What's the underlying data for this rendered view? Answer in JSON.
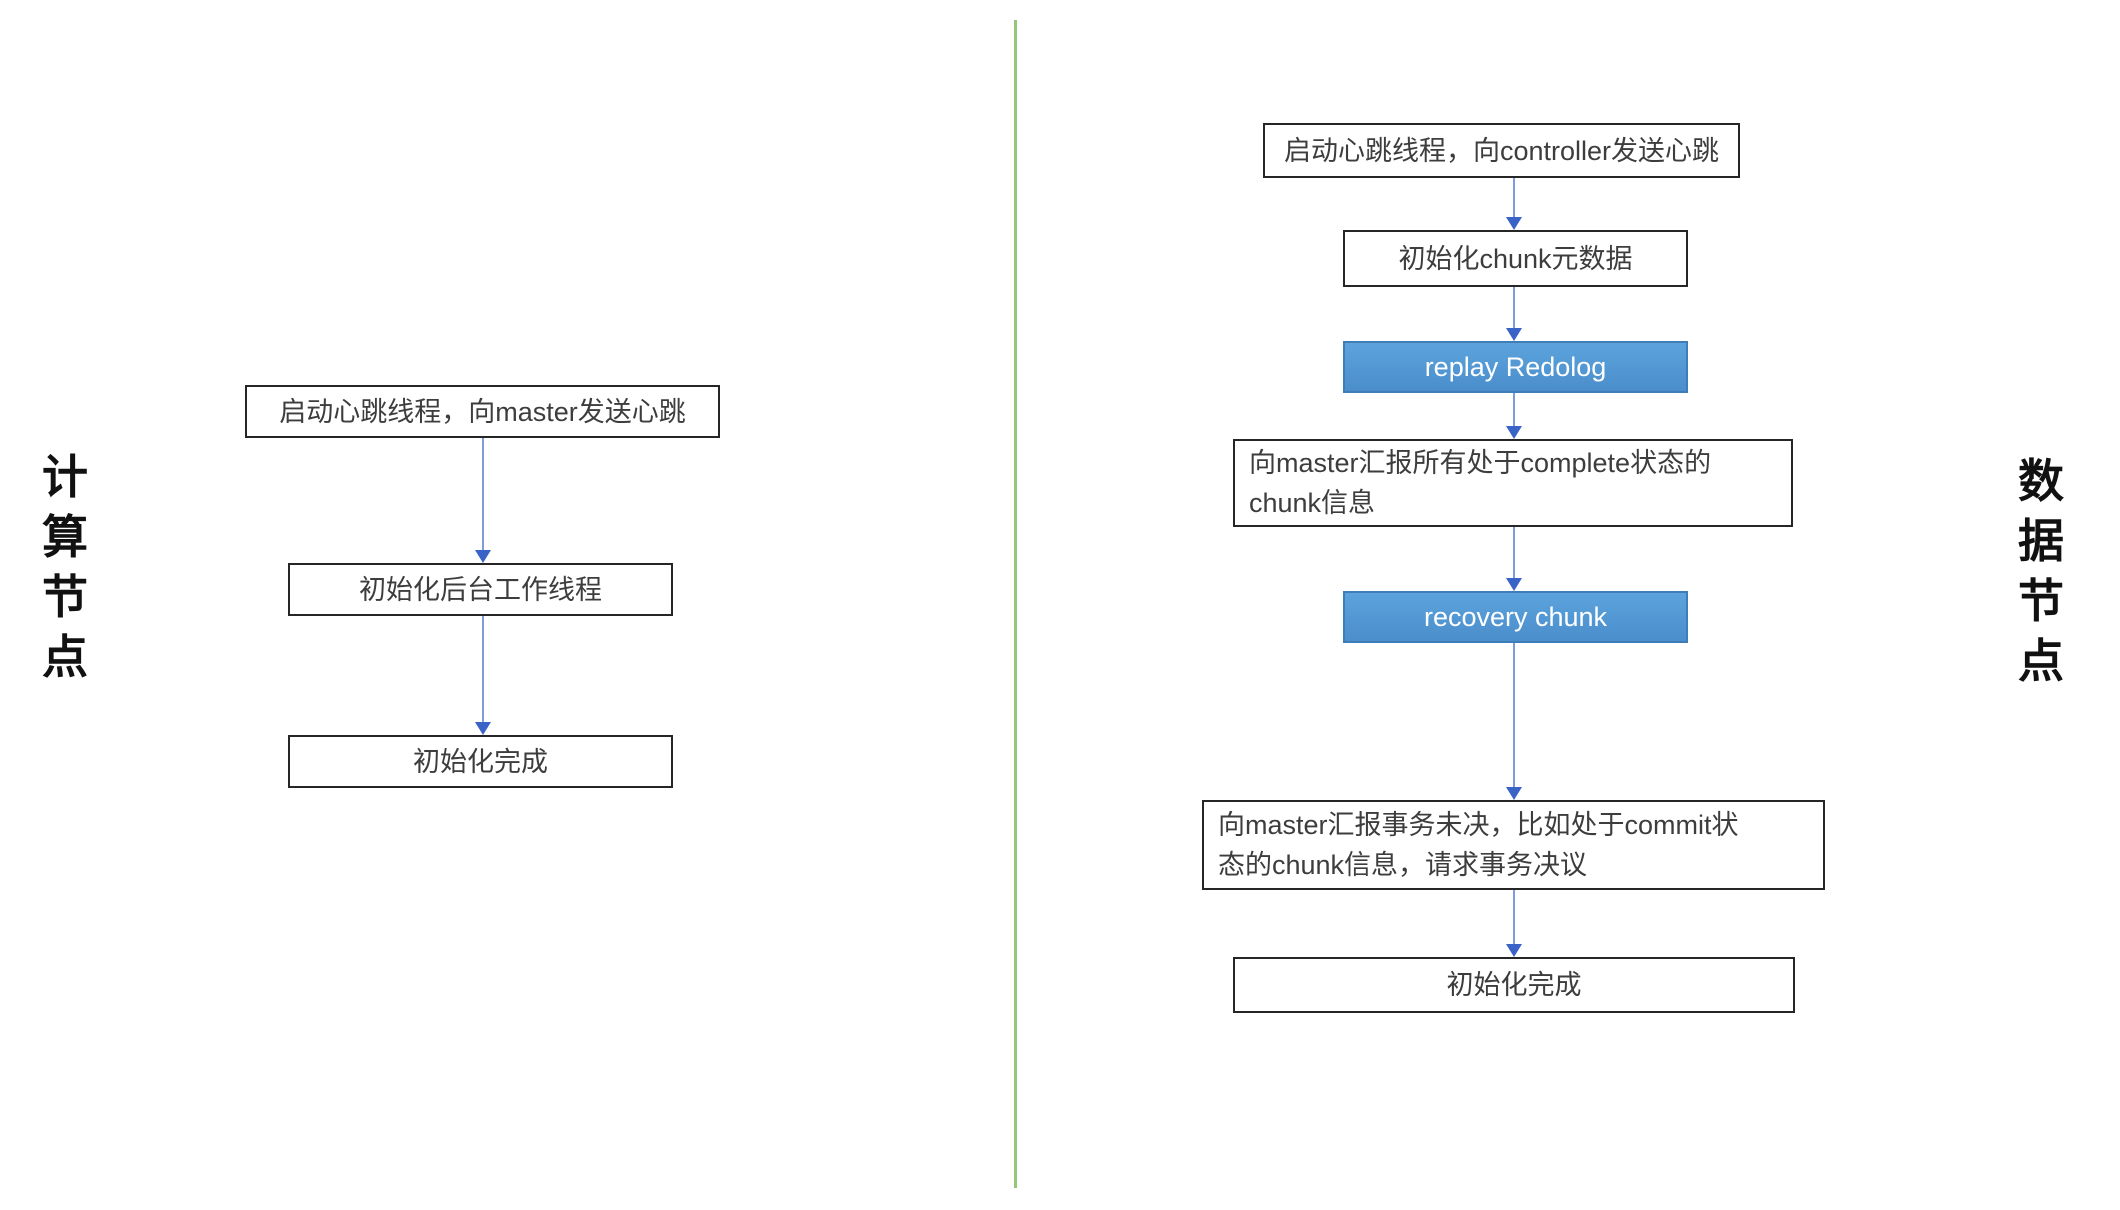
{
  "diagram": {
    "left_label": "计算节点",
    "right_label": "数据节点",
    "left_flow": {
      "nodes": [
        {
          "label": "启动心跳线程，向master发送心跳"
        },
        {
          "label": "初始化后台工作线程"
        },
        {
          "label": "初始化完成"
        }
      ]
    },
    "right_flow": {
      "nodes": [
        {
          "label": "启动心跳线程，向controller发送心跳"
        },
        {
          "label": "初始化chunk元数据"
        },
        {
          "label": "replay Redolog",
          "style": "blue"
        },
        {
          "label": "向master汇报所有处于complete状态的\nchunk信息"
        },
        {
          "label": "recovery chunk",
          "style": "blue"
        },
        {
          "label": "向master汇报事务未决，比如处于commit状\n态的chunk信息，请求事务决议"
        },
        {
          "label": "初始化完成"
        }
      ]
    },
    "colors": {
      "accent_box_blue": "#4f97d3",
      "accent_box_border_blue": "#3f7db8",
      "arrow_shaft_blue": "#7d9bdd",
      "arrow_head_blue": "#3a63c8",
      "divider_green": "#92c878",
      "box_border": "#262626",
      "box_text": "#3d3d3d",
      "label_text": "#111111"
    }
  }
}
